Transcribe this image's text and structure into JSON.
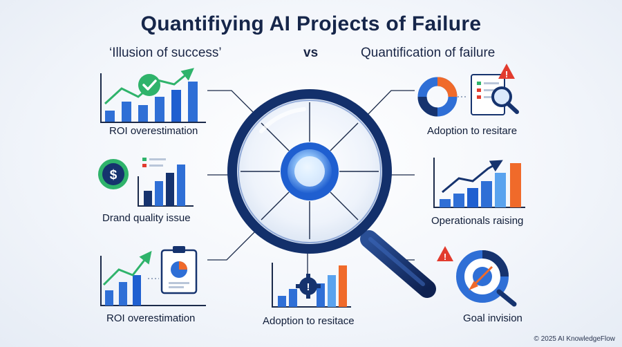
{
  "title": "Quantifiying AI Projects of Failure",
  "subtitle_left": "‘Illusion of success’",
  "subtitle_vs": "vs",
  "subtitle_right": "Quantification of failure",
  "panels": [
    {
      "label": "ROI overestimation",
      "icon": "bar-chart-checkmark-icon"
    },
    {
      "label": "Drand quality issue",
      "icon": "dollar-bar-chart-icon"
    },
    {
      "label": "ROI overestimation",
      "icon": "bar-chart-clipboard-icon"
    },
    {
      "label": "Adoption to resitace",
      "icon": "bar-chart-gear-warning-icon"
    },
    {
      "label": "Adoption to resitare",
      "icon": "pie-chart-report-magnifier-icon"
    },
    {
      "label": "Operationals raising",
      "icon": "rising-bar-chart-icon"
    },
    {
      "label": "Goal invision",
      "icon": "target-warning-magnifier-icon"
    }
  ],
  "center_icon": "magnifying-glass-icon",
  "footer": "© 2025 AI KnowledgeFlow",
  "colors": {
    "navy": "#16336e",
    "blue": "#2f6fd6",
    "light_blue": "#5aa3ee",
    "green": "#2fb36b",
    "orange": "#f06a2a",
    "red": "#e23b2e"
  }
}
